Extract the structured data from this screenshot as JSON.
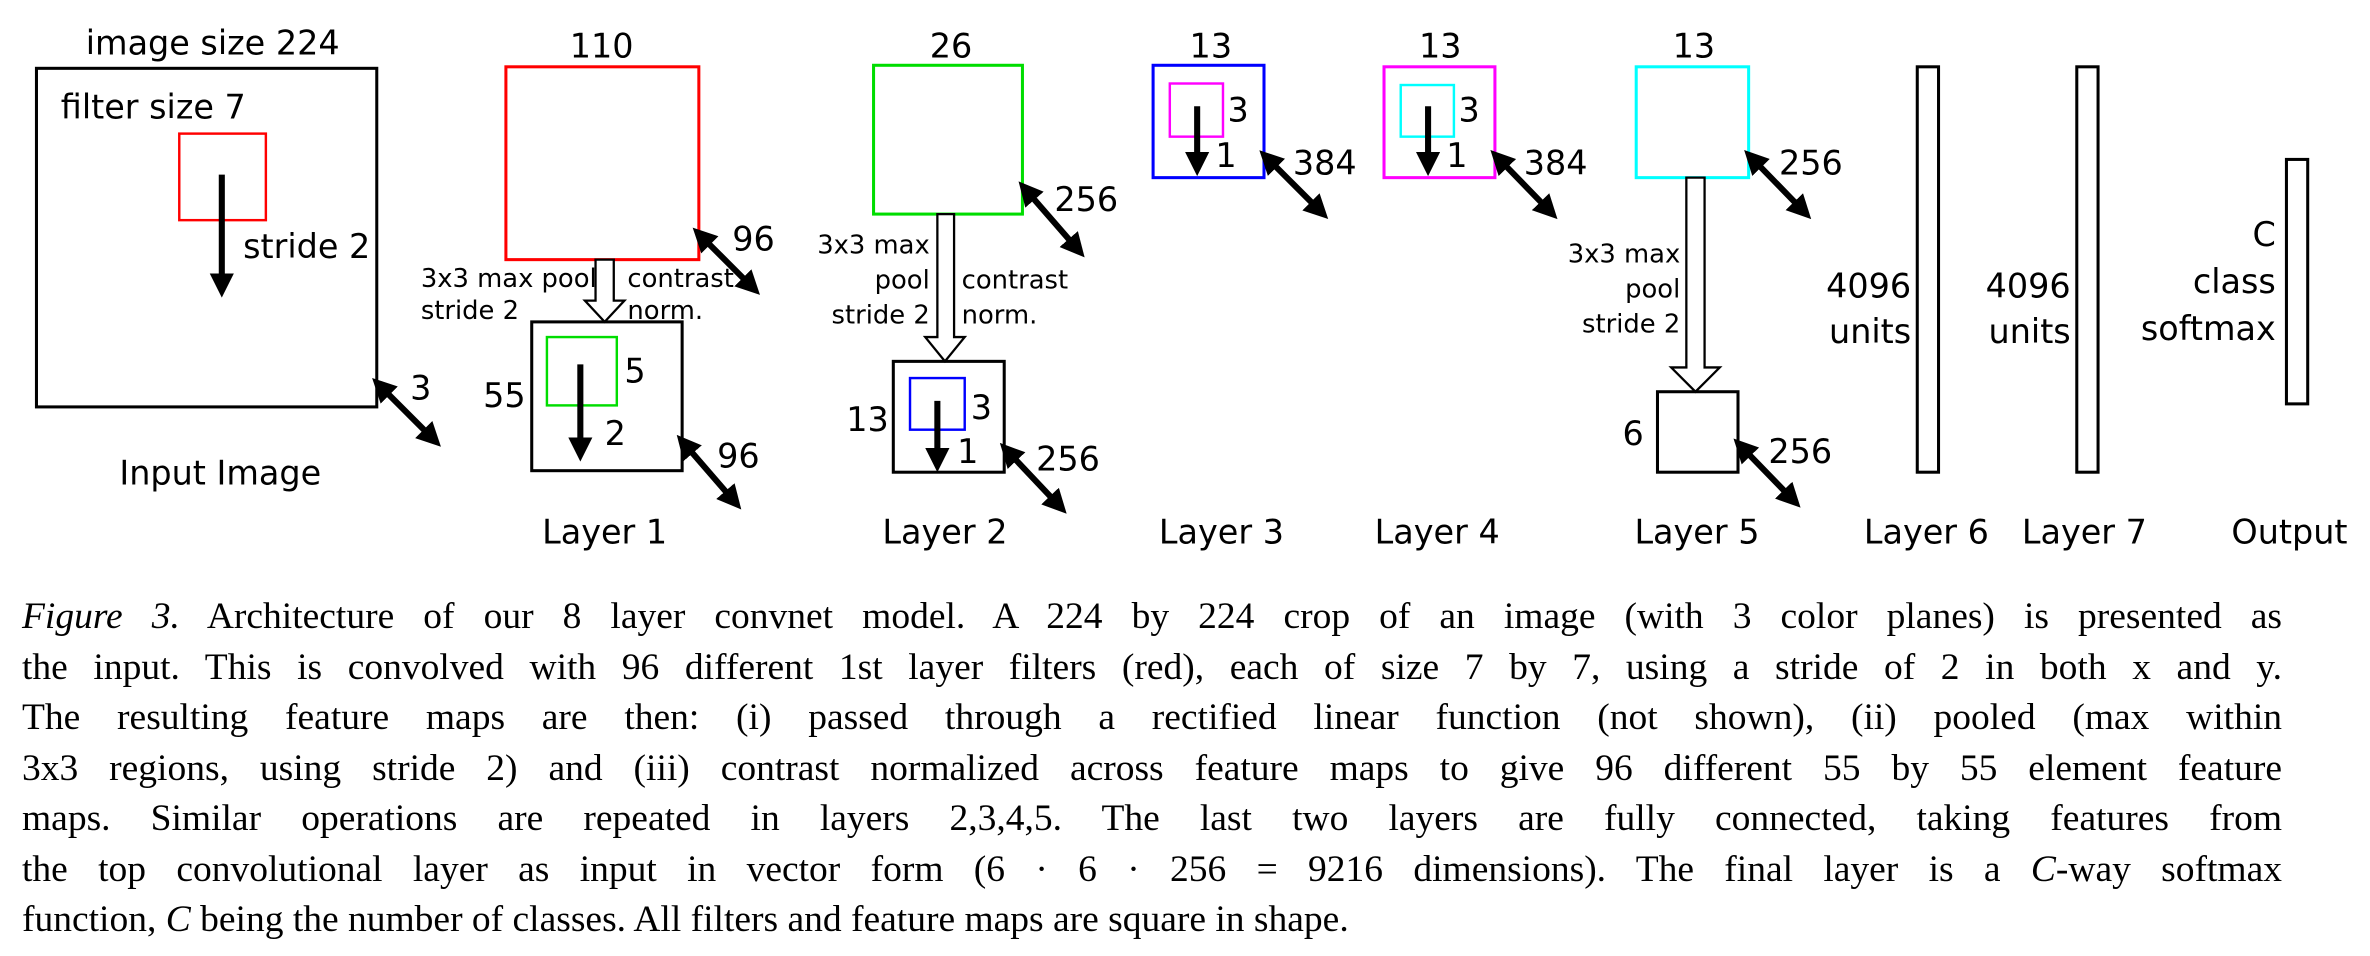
{
  "figure": {
    "input": {
      "size_label": "image size 224",
      "filter_label": "filter size 7",
      "stride_label": "stride 2",
      "depth_label": "3",
      "title": "Input Image",
      "filter_color": "#ff0000"
    },
    "layer1": {
      "top_size": "110",
      "top_depth": "96",
      "pool_label_1": "3x3 max pool",
      "pool_label_2": "stride 2",
      "norm_label_1": "contrast",
      "norm_label_2": "norm.",
      "bottom_size": "55",
      "filter_size": "5",
      "stride": "2",
      "bottom_depth": "96",
      "title": "Layer 1",
      "map_color": "#ff0000",
      "filter_color": "#00dd00"
    },
    "layer2": {
      "top_size": "26",
      "top_depth": "256",
      "pool_label_1": "3x3 max",
      "pool_label_2": "pool",
      "pool_label_3": "stride 2",
      "norm_label_1": "contrast",
      "norm_label_2": "norm.",
      "bottom_size": "13",
      "filter_size": "3",
      "stride": "1",
      "bottom_depth": "256",
      "title": "Layer 2",
      "map_color": "#00dd00",
      "filter_color": "#0000ff"
    },
    "layer3": {
      "size": "13",
      "filter_size": "3",
      "stride": "1",
      "depth": "384",
      "title": "Layer 3",
      "map_color": "#0000ff",
      "filter_color": "#ff00ff"
    },
    "layer4": {
      "size": "13",
      "filter_size": "3",
      "stride": "1",
      "depth": "384",
      "title": "Layer 4",
      "map_color": "#ff00ff",
      "filter_color": "#00ffff"
    },
    "layer5": {
      "top_size": "13",
      "top_depth": "256",
      "pool_label_1": "3x3 max",
      "pool_label_2": "pool",
      "pool_label_3": "stride 2",
      "bottom_size": "6",
      "bottom_depth": "256",
      "title": "Layer 5",
      "map_color": "#00ffff"
    },
    "layer6": {
      "units_1": "4096",
      "units_2": "units",
      "title": "Layer 6"
    },
    "layer7": {
      "units_1": "4096",
      "units_2": "units",
      "title": "Layer 7"
    },
    "output": {
      "label_1": "C",
      "label_2": "class",
      "label_3": "softmax",
      "title": "Output"
    }
  },
  "caption": {
    "lead": "Figure 3.",
    "lines": [
      " Architecture of our 8 layer convnet model. A 224 by 224 crop of an image (with 3 color planes) is presented as",
      "the input. This is convolved with 96 different 1st layer filters (red), each of size 7 by 7, using a stride of 2 in both x and y.",
      "The resulting feature maps are then: (i) passed through a rectified linear function (not shown), (ii) pooled (max within",
      "3x3 regions, using stride 2) and (iii) contrast normalized across feature maps to give 96 different 55 by 55 element feature",
      "maps. Similar operations are repeated in layers 2,3,4,5. The last two layers are fully connected, taking features from",
      "the top convolutional layer as input in vector form (6 · 6 · 256 = 9216 dimensions). The final layer is a ",
      "function, ",
      " being the number of classes. All filters and feature maps are square in shape."
    ],
    "line6_italic": "C",
    "line6_tail": "-way softmax",
    "line7_italic": "C"
  }
}
